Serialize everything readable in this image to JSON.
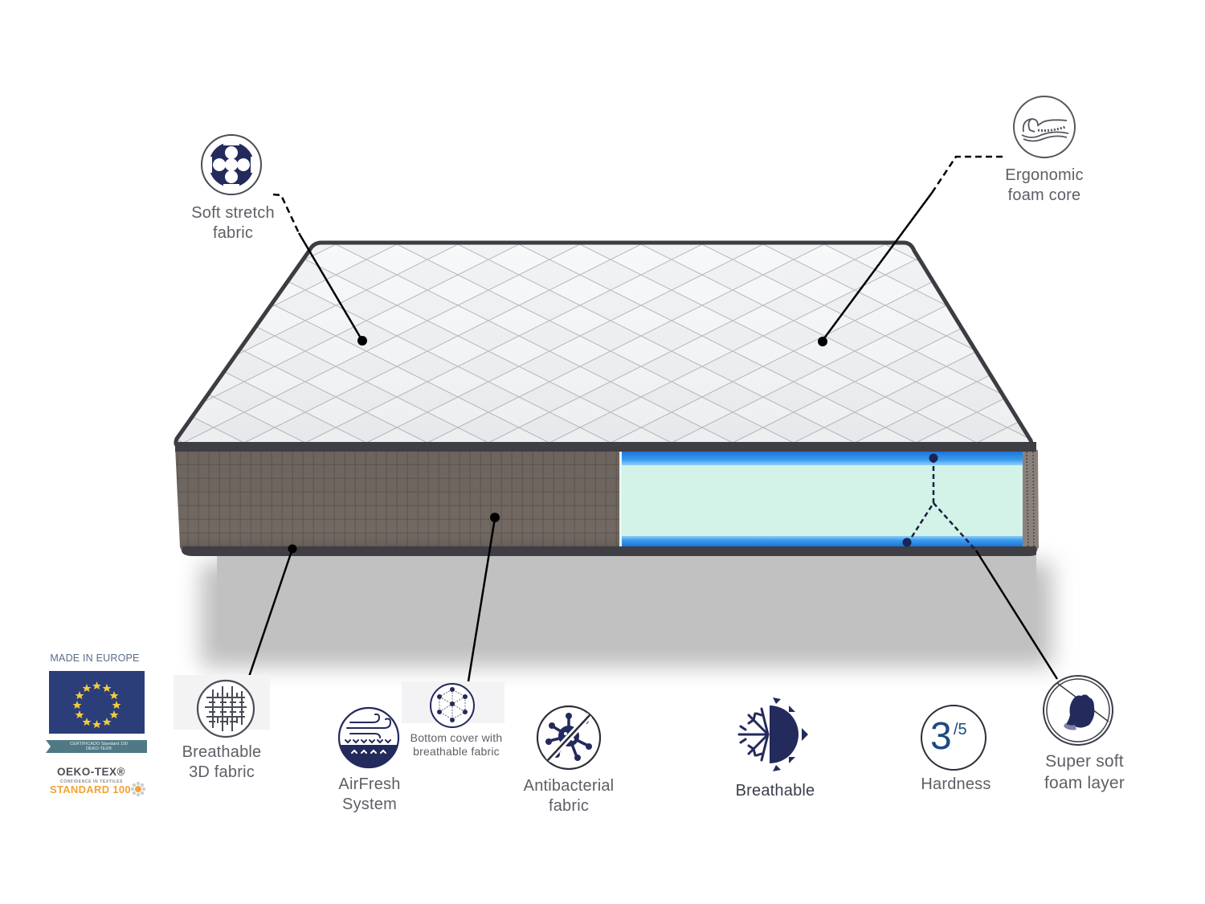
{
  "product": {
    "type": "mattress infographic",
    "colors": {
      "navy": "#232a5c",
      "label_gray": "#5d5f66",
      "foam_blue": "#2f8fe6",
      "foam_core": "#d1f2e6",
      "side_fabric": "#6c635e",
      "piping": "#3c3c42",
      "top_fabric": "#eef0f2",
      "shadow": "#c0c0c0"
    }
  },
  "callouts": {
    "soft_stretch": {
      "label_line1": "Soft stretch",
      "label_line2": "fabric",
      "icon": "stretch-fabric-icon"
    },
    "ergonomic": {
      "label_line1": "Ergonomic",
      "label_line2": "foam core",
      "icon": "ergonomic-body-icon"
    },
    "super_soft": {
      "label_line1": "Super soft",
      "label_line2": "foam layer",
      "icon": "hand-press-icon"
    }
  },
  "features": [
    {
      "label_line1": "Breathable",
      "label_line2": "3D fabric",
      "icon": "weave-3d-icon"
    },
    {
      "label_line1": "AirFresh",
      "label_line2": "System",
      "icon": "airflow-icon"
    },
    {
      "label_line1": "Bottom cover with",
      "label_line2": "breathable fabric",
      "icon": "cube-network-icon"
    },
    {
      "label_line1": "Antibacterial",
      "label_line2": "fabric",
      "icon": "no-bacteria-icon"
    },
    {
      "label_line1": "Breathable",
      "label_line2": "",
      "icon": "snow-sun-icon"
    },
    {
      "label_line1": "Hardness",
      "label_line2": "",
      "icon": "hardness-rating-icon"
    }
  ],
  "hardness": {
    "value": "3",
    "scale": "/5"
  },
  "certification": {
    "made_in": "MADE IN EUROPE",
    "ribbon_line1": "CERTIFICADO Standard 100",
    "ribbon_line2": "OEKO-TEX®",
    "oeko_brand": "OEKO-TEX®",
    "oeko_tagline": "CONFIDENCE IN TEXTILES",
    "oeko_standard": "STANDARD 100"
  }
}
